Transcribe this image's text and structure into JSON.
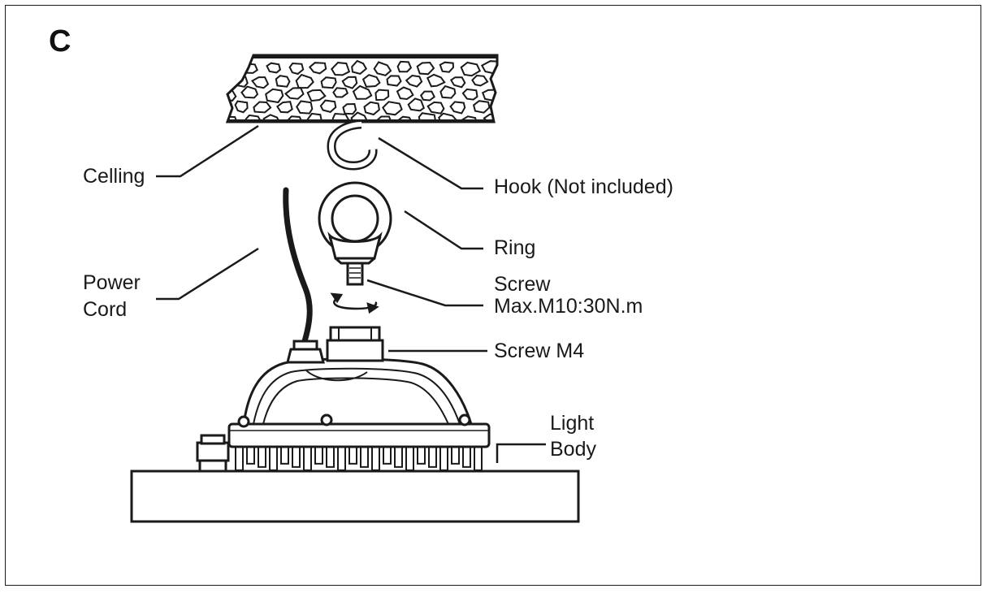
{
  "figure": {
    "letter": "C"
  },
  "labels": {
    "ceiling": "Celling",
    "hook": "Hook (Not included)",
    "ring": "Ring",
    "power_cord_line1": "Power",
    "power_cord_line2": "Cord",
    "screw_line1": "Screw",
    "screw_line2": "Max.M10:30N.m",
    "screw_m4": "Screw  M4",
    "light_body_line1": "Light",
    "light_body_line2": "Body"
  },
  "colors": {
    "line": "#1a1a1a",
    "background": "#ffffff"
  }
}
